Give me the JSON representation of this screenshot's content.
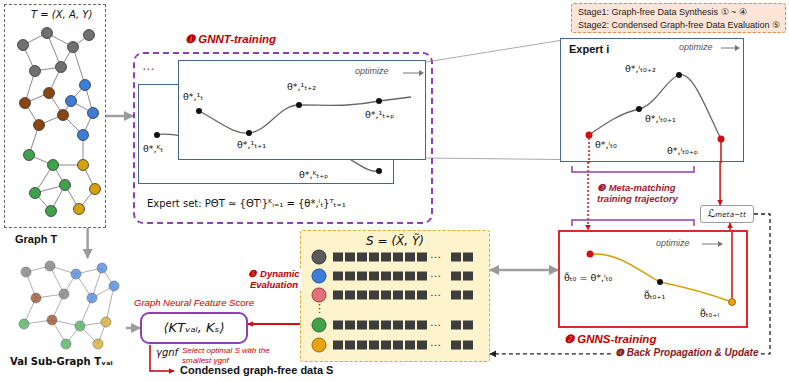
{
  "diagram": {
    "nodes": [
      {
        "text": [
          "Stage1: Graph-free Data Synthesis ① ~ ④",
          "Stage2: Condensed Graph-free Data Evaluation ⑤"
        ]
      },
      {
        "text": [
          "T = (X, A, Y)",
          "Graph T"
        ]
      },
      {
        "text": [
          "❶ GNNT-training",
          "Expert set: PΘT ≃ {ΘTⁱ}ᴷᵢ₌₁ = {θ*,ⁱₜ}ᵀₜ₌₁"
        ]
      },
      {
        "text": [
          "θ*,ᴷₜ",
          "θ*,ᴷₜ₊ₚ"
        ],
        "in": 2
      },
      {
        "text": [
          "θ*,¹ₜ",
          "θ*,¹ₜ₊₁",
          "θ*,¹ₜ₊₂",
          "θ*,¹ₜ₊ₚ",
          "optimize"
        ],
        "in": 2
      },
      {
        "text": [
          "Expert i",
          "θ*,ⁱₜ₀",
          "θ*,ⁱₜ₀₊₁",
          "θ*,ⁱₜ₀₊₂",
          "θ*,ⁱₜ₀₊ₚ",
          "optimize"
        ]
      },
      {
        "text": [
          "ℒₘₑₜₐ₋ₜₜ"
        ]
      },
      {
        "text": [
          "S = (X̃, Ỹ)"
        ]
      },
      {
        "text": [
          "θ̃ₜ₀ = θ*,ⁱₜ₀",
          "θ̃ₜ₀₊₁",
          "θ̃ₜ₀₊ₗ",
          "optimize",
          "❷ GNNS-training"
        ]
      },
      {
        "text": [
          "Val Sub-Graph Tᵥₐₗ"
        ]
      },
      {
        "text": [
          "Graph Neural Feature Score",
          "⟨KTᵥₐₗ, Kₛ⟩"
        ]
      }
    ],
    "edges": [
      {
        "from": 1,
        "to": 2,
        "arrow": "to"
      },
      {
        "from": 1,
        "to": 9,
        "arrow": "to"
      },
      {
        "from": 4,
        "to": 5,
        "arrow": "none"
      },
      {
        "from": 4,
        "to": 5,
        "arrow": "none"
      },
      {
        "from": 5,
        "to": 8,
        "arrow": "to"
      },
      {
        "from": 5,
        "to": 6,
        "arrow": "to"
      },
      {
        "from": 8,
        "to": 6,
        "arrow": "to"
      },
      {
        "from": 6,
        "to": 7,
        "arrow": "to",
        "label": "❹ Back Propagation & Update"
      },
      {
        "from": 7,
        "to": 8,
        "arrow": "both"
      },
      {
        "from": 7,
        "to": 10,
        "arrow": "to",
        "label": "❺ Dynamic Evaluation"
      },
      {
        "from": 9,
        "to": 10,
        "arrow": "to"
      }
    ],
    "labels": [
      "⋯",
      "❸ Meta-matching training trajectory",
      "γgnf",
      "Select optimal S with the smallest γgnf",
      "Condensed graph-free data S",
      "⋮",
      "…",
      "…",
      "…",
      "…",
      "…"
    ]
  }
}
